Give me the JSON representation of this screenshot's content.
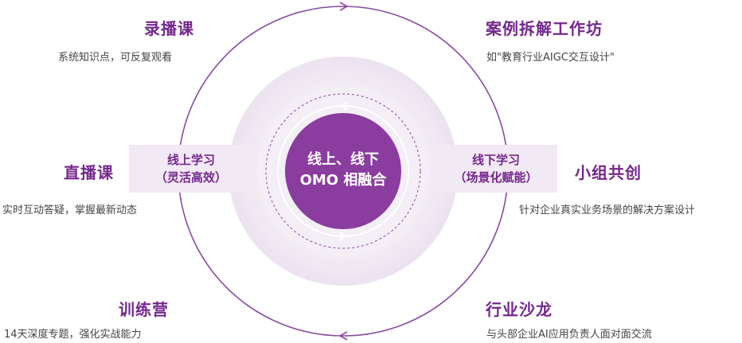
{
  "center": {
    "line1": "线上、线下",
    "line2": "OMO 相融合"
  },
  "online_tag": {
    "line1": "线上学习",
    "line2": "（灵活高效）"
  },
  "offline_tag": {
    "line1": "线下学习",
    "line2": "（场景化赋能）"
  },
  "nodes": {
    "recorded": {
      "title": "录播课",
      "desc": "系统知识点，可反复观看"
    },
    "live": {
      "title": "直播课",
      "desc": "实时互动答疑，掌握最新动态"
    },
    "camp": {
      "title": "训练营",
      "desc": "14天深度专题，强化实战能力"
    },
    "workshop": {
      "title": "案例拆解工作坊",
      "desc": "如\"教育行业AIGC交互设计\""
    },
    "cocreate": {
      "title": "小组共创",
      "desc": "针对企业真实业务场景的解决方案设计"
    },
    "salon": {
      "title": "行业沙龙",
      "desc": "与头部企业AI应用负责人面对面交流"
    }
  },
  "colors": {
    "accent": "#74288d",
    "center_fill": "#8a3c9f",
    "ring_light": "#f2ecf5",
    "tag_bg": "#f1e9f4",
    "text": "#444444"
  }
}
